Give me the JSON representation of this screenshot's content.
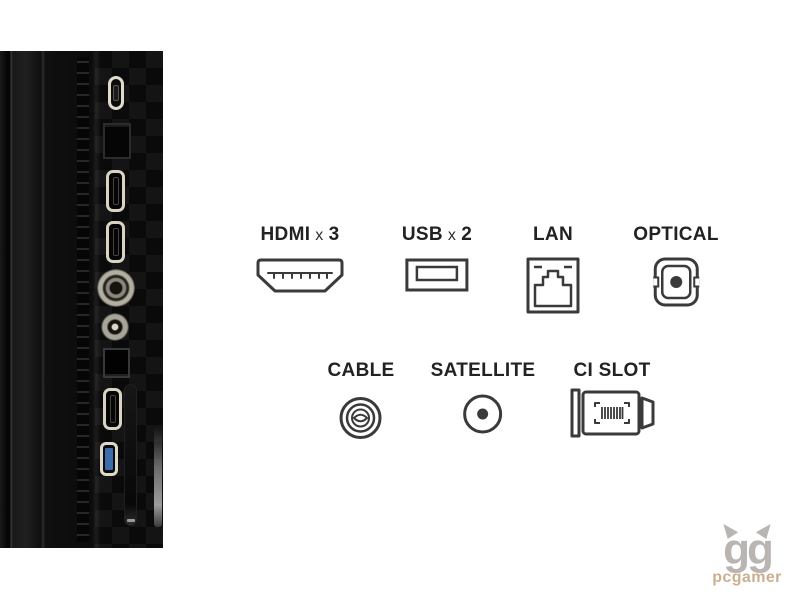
{
  "colors": {
    "background": "#ffffff",
    "icon_stroke": "#3a3a3a",
    "label_text": "#222222",
    "usb3_blue": "#3d6cad",
    "port_outline_cream": "#d8d3c2",
    "panel_black": "#0a0a0a",
    "watermark_gray": "#b5b2af",
    "watermark_tan": "#c9ab89"
  },
  "legend": {
    "row1": [
      {
        "name": "HDMI",
        "times": "x",
        "count": "3",
        "icon": "hdmi-connector-icon"
      },
      {
        "name": "USB",
        "times": "x",
        "count": "2",
        "icon": "usb-connector-icon"
      },
      {
        "name": "LAN",
        "icon": "lan-rj45-connector-icon"
      },
      {
        "name": "OPTICAL",
        "icon": "optical-toslink-connector-icon"
      }
    ],
    "row2": [
      {
        "name": "CABLE",
        "icon": "cable-coax-connector-icon"
      },
      {
        "name": "SATELLITE",
        "icon": "satellite-connector-icon"
      },
      {
        "name": "CI SLOT",
        "icon": "ci-module-icon"
      }
    ]
  },
  "side_panel": {
    "ports": [
      "usb-service-port",
      "lan-port",
      "hdmi-port-1",
      "hdmi-port-2",
      "cable-coax-port",
      "satellite-coax-port",
      "optical-port",
      "hdmi-port-3",
      "usb3-port",
      "ci-card-slot"
    ]
  },
  "watermark": {
    "logo": "gg",
    "text": "pcgamer"
  }
}
